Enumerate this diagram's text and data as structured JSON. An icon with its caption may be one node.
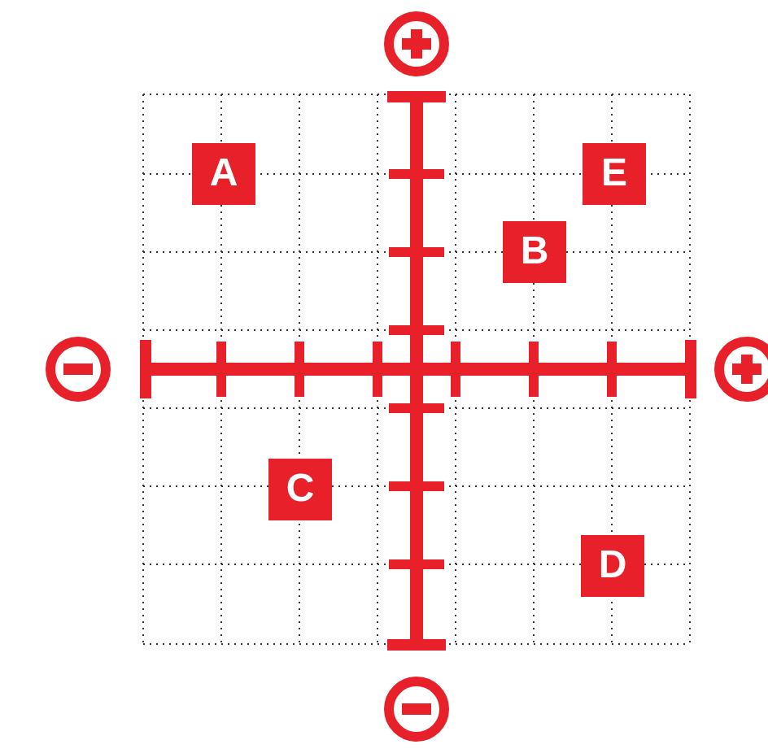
{
  "diagram": {
    "nodes": [
      {
        "text": [
          "A"
        ]
      },
      {
        "text": [
          "E"
        ]
      },
      {
        "text": [
          "B"
        ]
      },
      {
        "text": [
          "C"
        ]
      },
      {
        "text": [
          "D"
        ]
      }
    ]
  }
}
